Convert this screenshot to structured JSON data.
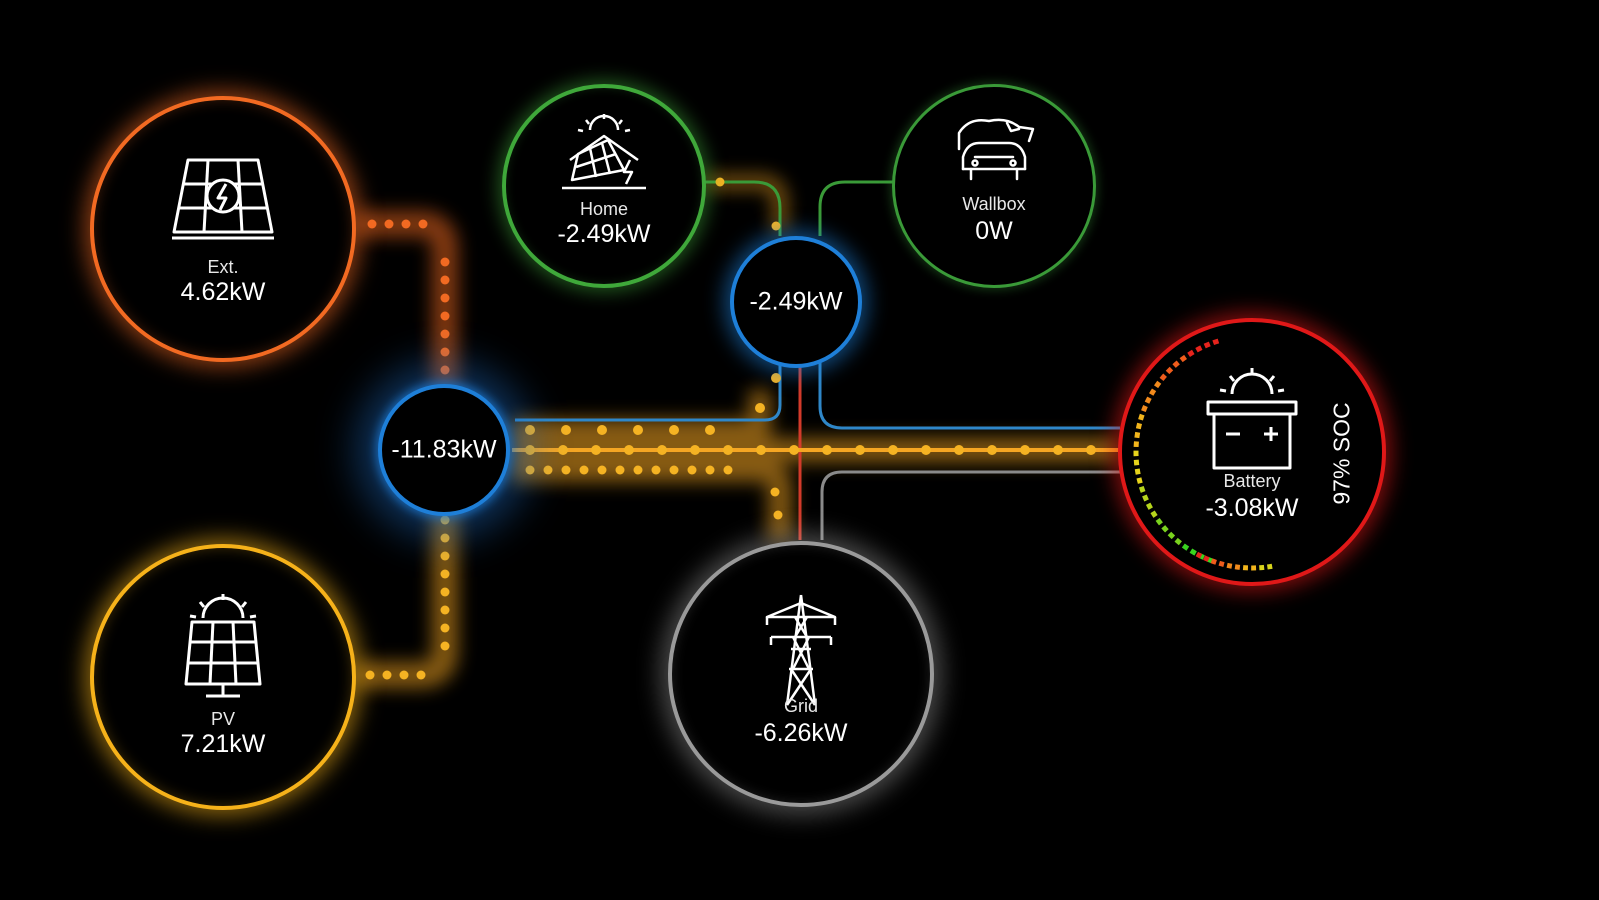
{
  "nodes": {
    "ext": {
      "label": "Ext.",
      "value": "4.62kW",
      "icon": "solar-panel-lightning-icon",
      "color": "#f26a22"
    },
    "pv": {
      "label": "PV",
      "value": "7.21kW",
      "icon": "solar-panel-sun-icon",
      "color": "#f6b21a"
    },
    "home": {
      "label": "Home",
      "value": "-2.49kW",
      "icon": "house-solar-icon",
      "color": "#3fa83a"
    },
    "wallbox": {
      "label": "Wallbox",
      "value": "0W",
      "icon": "house-car-icon",
      "color": "#3fa83a"
    },
    "grid": {
      "label": "Grid",
      "value": "-6.26kW",
      "icon": "power-pylon-icon",
      "color": "#9a9a9a"
    },
    "battery": {
      "label": "Battery",
      "value": "-3.08kW",
      "icon": "battery-icon",
      "color": "#e01818",
      "soc_text": "97% SOC",
      "soc_percent": 97
    }
  },
  "hubs": {
    "main": {
      "value": "-11.83kW",
      "color": "#1e7fd8"
    },
    "secondary": {
      "value": "-2.49kW",
      "color": "#1e7fd8"
    }
  },
  "colors": {
    "background": "#000000",
    "flow_orange": "#f5a623",
    "flow_line_blue": "#2f87c8",
    "flow_line_green": "#3a9a38",
    "flow_line_gray": "#8a8a8a",
    "flow_line_red": "#d33a2a"
  }
}
